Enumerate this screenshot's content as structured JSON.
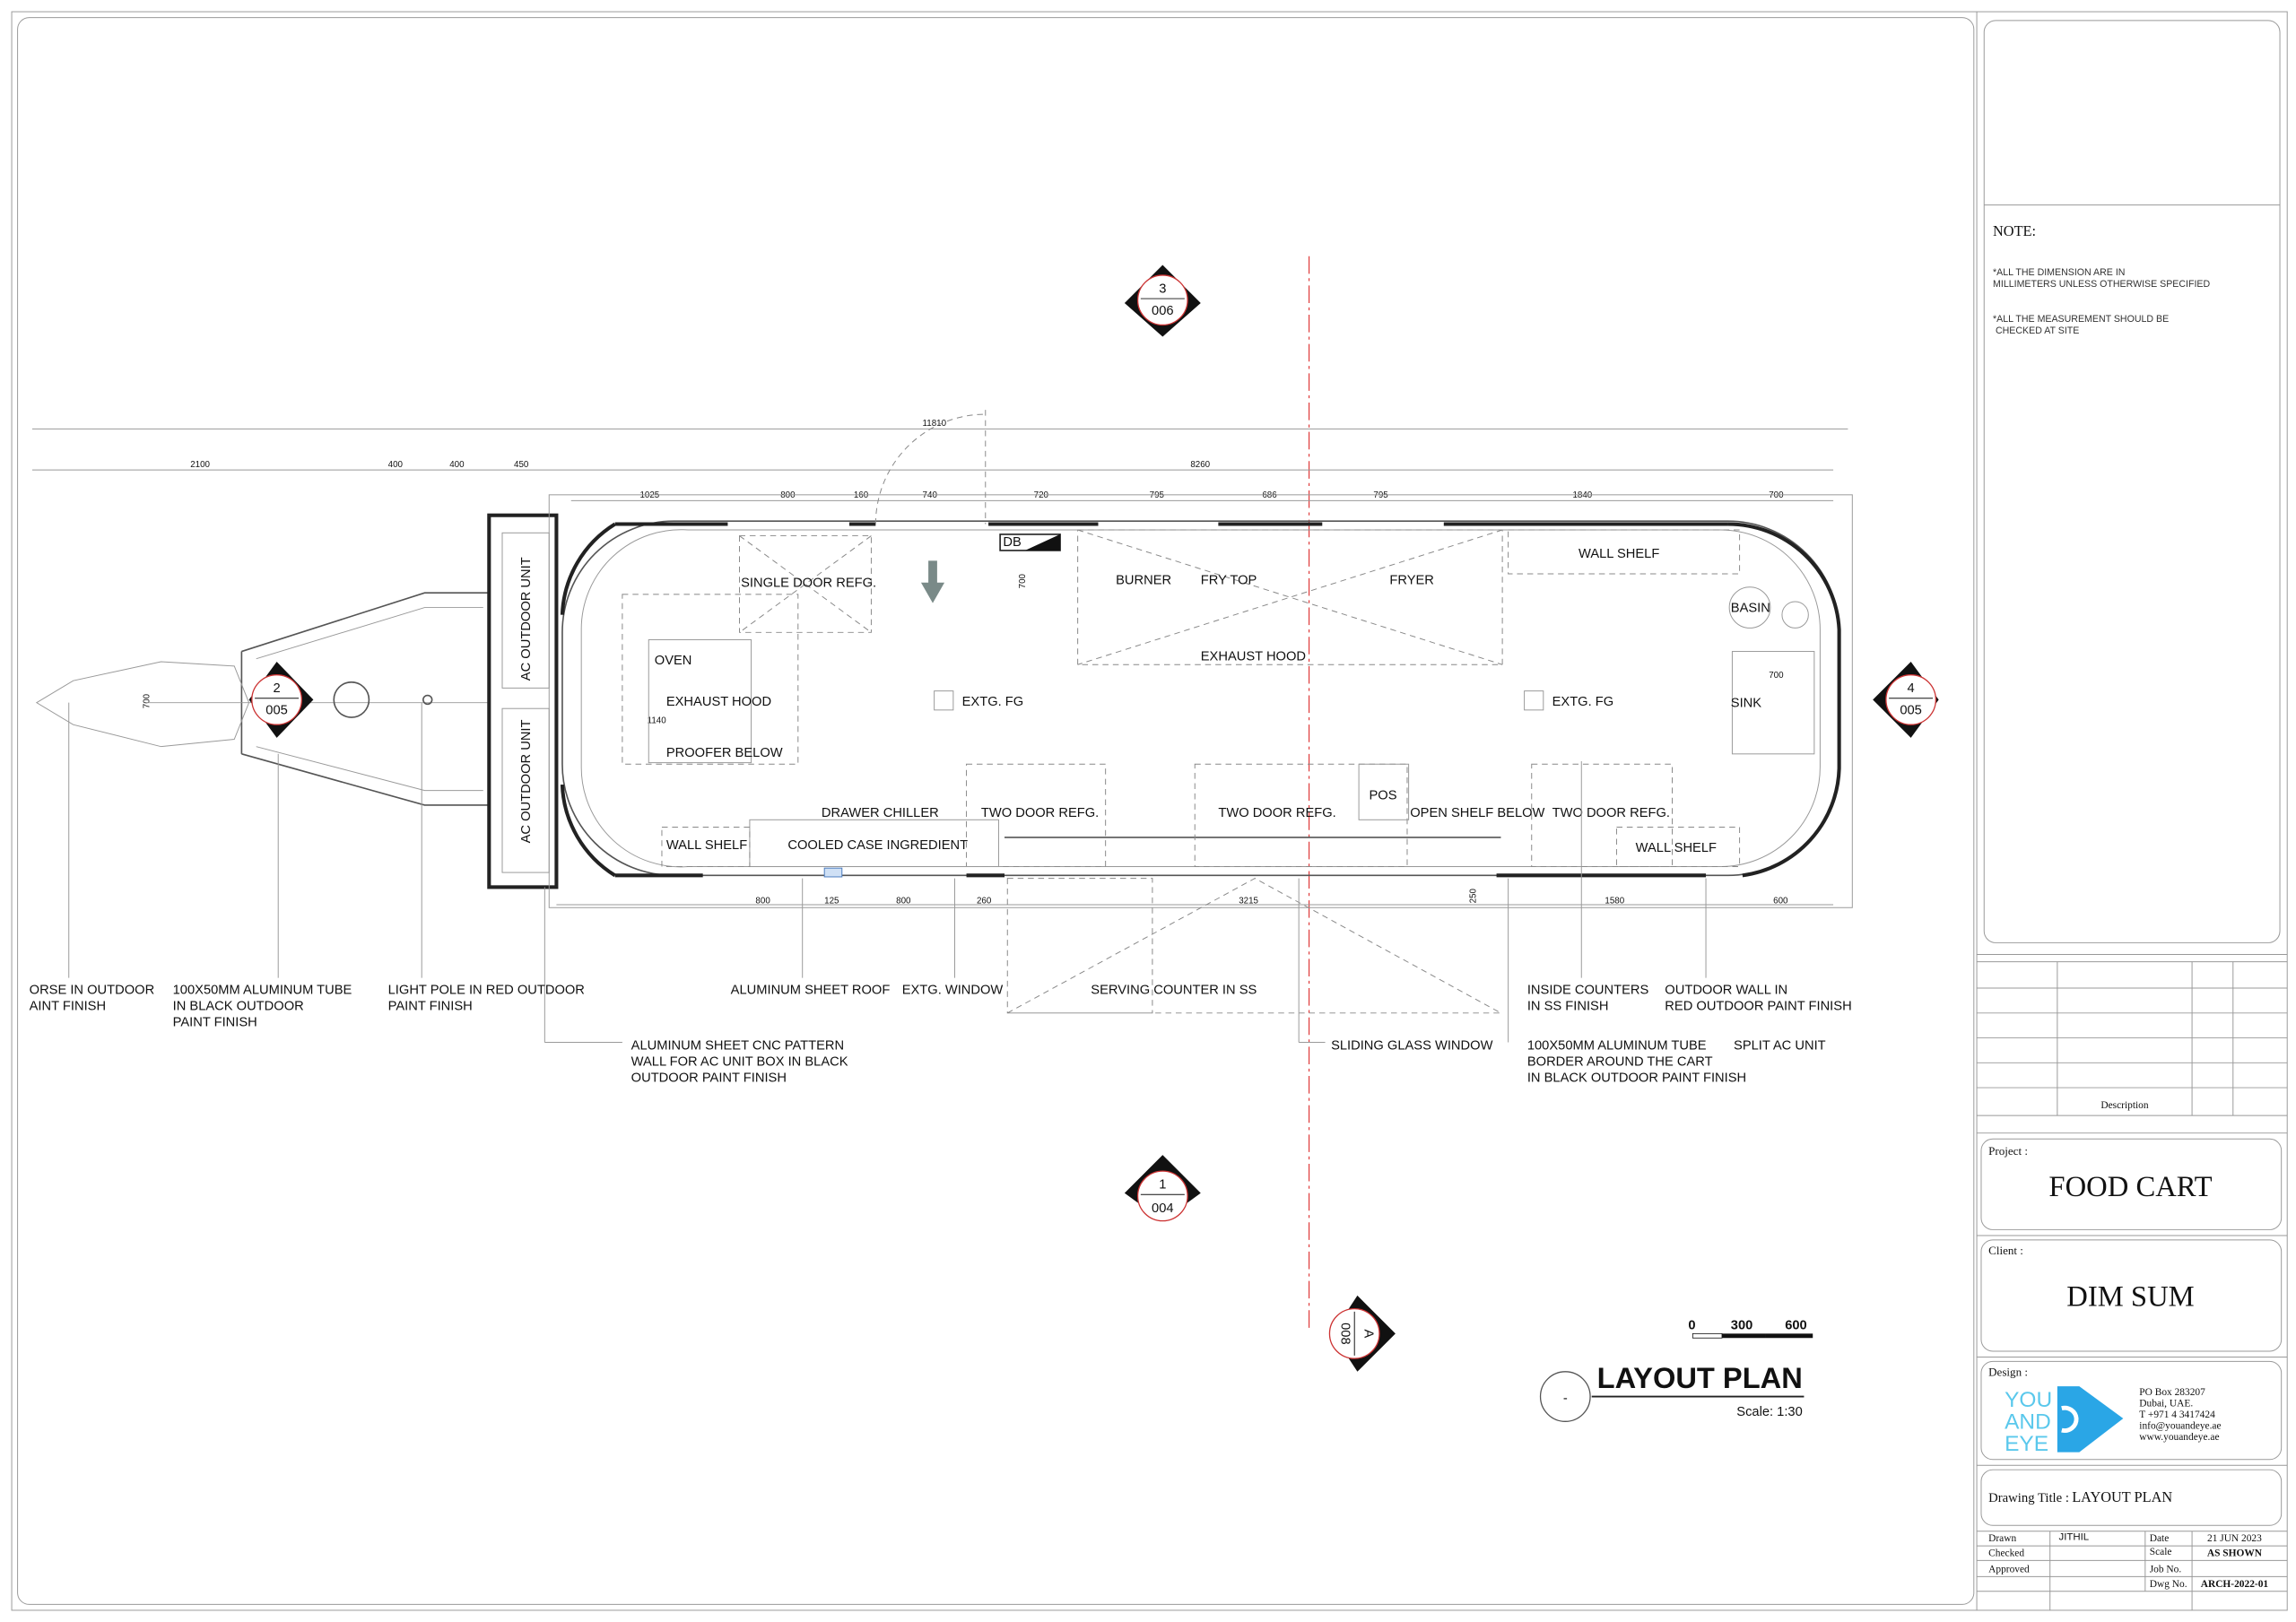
{
  "drawing": {
    "title": "LAYOUT PLAN",
    "scale_text": "Scale: 1:30",
    "scale_bar": [
      "0",
      "300",
      "600"
    ],
    "title_marker": "-",
    "overall_dimension": "11810",
    "top_dimensions": [
      "2100",
      "400",
      "400",
      "450",
      "8260"
    ],
    "inner_dimensions": [
      "1025",
      "800",
      "160",
      "740",
      "720",
      "795",
      "686",
      "795",
      "1840",
      "700"
    ],
    "bottom_dimensions": [
      "800",
      "125",
      "800",
      "260",
      "3215",
      "250",
      "1580",
      "600"
    ],
    "misc_dimensions": {
      "hitch": "700",
      "oven": "1140",
      "db": "700",
      "sink": "700"
    },
    "section_markers": [
      {
        "num": "3",
        "sheet": "006"
      },
      {
        "num": "2",
        "sheet": "005"
      },
      {
        "num": "4",
        "sheet": "005"
      },
      {
        "num": "1",
        "sheet": "004"
      },
      {
        "num": "A",
        "sheet": "008"
      }
    ],
    "room_labels": {
      "ac1": "AC OUTDOOR UNIT",
      "ac2": "AC OUTDOOR UNIT",
      "single_refg": "SINGLE DOOR REFG.",
      "db": "DB",
      "burner": "BURNER",
      "fry_top": "FRY TOP",
      "fryer": "FRYER",
      "wall_shelf_top": "WALL SHELF",
      "basin": "BASIN",
      "oven": "OVEN",
      "exhaust_hood_left": "EXHAUST HOOD",
      "exhaust_hood_mid": "EXHAUST HOOD",
      "extg1": "EXTG. FG",
      "extg2": "EXTG. FG",
      "sink": "SINK",
      "proofer": "PROOFER BELOW",
      "drawer_chiller": "DRAWER CHILLER",
      "two_door1": "TWO DOOR REFG.",
      "two_door2": "TWO DOOR REFG.",
      "two_door3": "TWO DOOR REFG.",
      "pos": "POS",
      "open_shelf": "OPEN SHELF BELOW",
      "wall_shelf_left": "WALL SHELF",
      "cooled_case": "COOLED CASE INGREDIENT",
      "wall_shelf_right": "WALL SHELF"
    },
    "callouts": [
      [
        "ORSE IN OUTDOOR",
        "AINT FINISH"
      ],
      [
        "100X50MM ALUMINUM TUBE",
        "IN BLACK OUTDOOR",
        "PAINT FINISH"
      ],
      [
        "LIGHT POLE IN RED OUTDOOR",
        "PAINT FINISH"
      ],
      [
        "ALUMINUM SHEET ROOF"
      ],
      [
        "EXTG. WINDOW"
      ],
      [
        "SERVING COUNTER IN SS"
      ],
      [
        "INSIDE COUNTERS",
        "IN SS FINISH"
      ],
      [
        "OUTDOOR WALL IN",
        "RED OUTDOOR PAINT FINISH"
      ],
      [
        "ALUMINUM SHEET CNC PATTERN",
        "WALL FOR AC UNIT BOX IN BLACK",
        "OUTDOOR PAINT FINISH"
      ],
      [
        "SLIDING GLASS WINDOW"
      ],
      [
        "100X50MM ALUMINUM TUBE",
        "BORDER AROUND THE CART",
        "IN BLACK OUTDOOR PAINT FINISH"
      ],
      [
        "SPLIT AC UNIT"
      ]
    ]
  },
  "title_block": {
    "note_heading": "NOTE:",
    "notes": [
      [
        "*ALL  THE  DIMENSION  ARE  IN",
        "MILLIMETERS  UNLESS  OTHERWISE  SPECIFIED"
      ],
      [
        "*ALL  THE  MEASUREMENT  SHOULD  BE",
        "  CHECKED  AT  SITE"
      ]
    ],
    "revision_header": "Description",
    "project_label": "Project :",
    "project": "FOOD CART",
    "client_label": "Client :",
    "client": "DIM SUM",
    "design_label": "Design :",
    "logo_text": "YOU AND EYE",
    "address": [
      "PO Box 283207",
      "Dubai, UAE.",
      "T +971 4 3417424",
      "info@youandeye.ae",
      "www.youandeye.ae"
    ],
    "drawing_title_label": "Drawing Title :",
    "drawing_title": "LAYOUT PLAN",
    "drawn_label": "Drawn",
    "drawn": "JITHIL",
    "checked_label": "Checked",
    "checked": "",
    "approved_label": "Approved",
    "approved": "",
    "date_label": "Date",
    "date": "21 JUN 2023",
    "scale_label": "Scale",
    "scale": "AS SHOWN",
    "job_label": "Job No.",
    "job": "",
    "dwg_label": "Dwg No.",
    "dwg": "ARCH-2022-01",
    "logo_color": "#2aa6e6"
  }
}
